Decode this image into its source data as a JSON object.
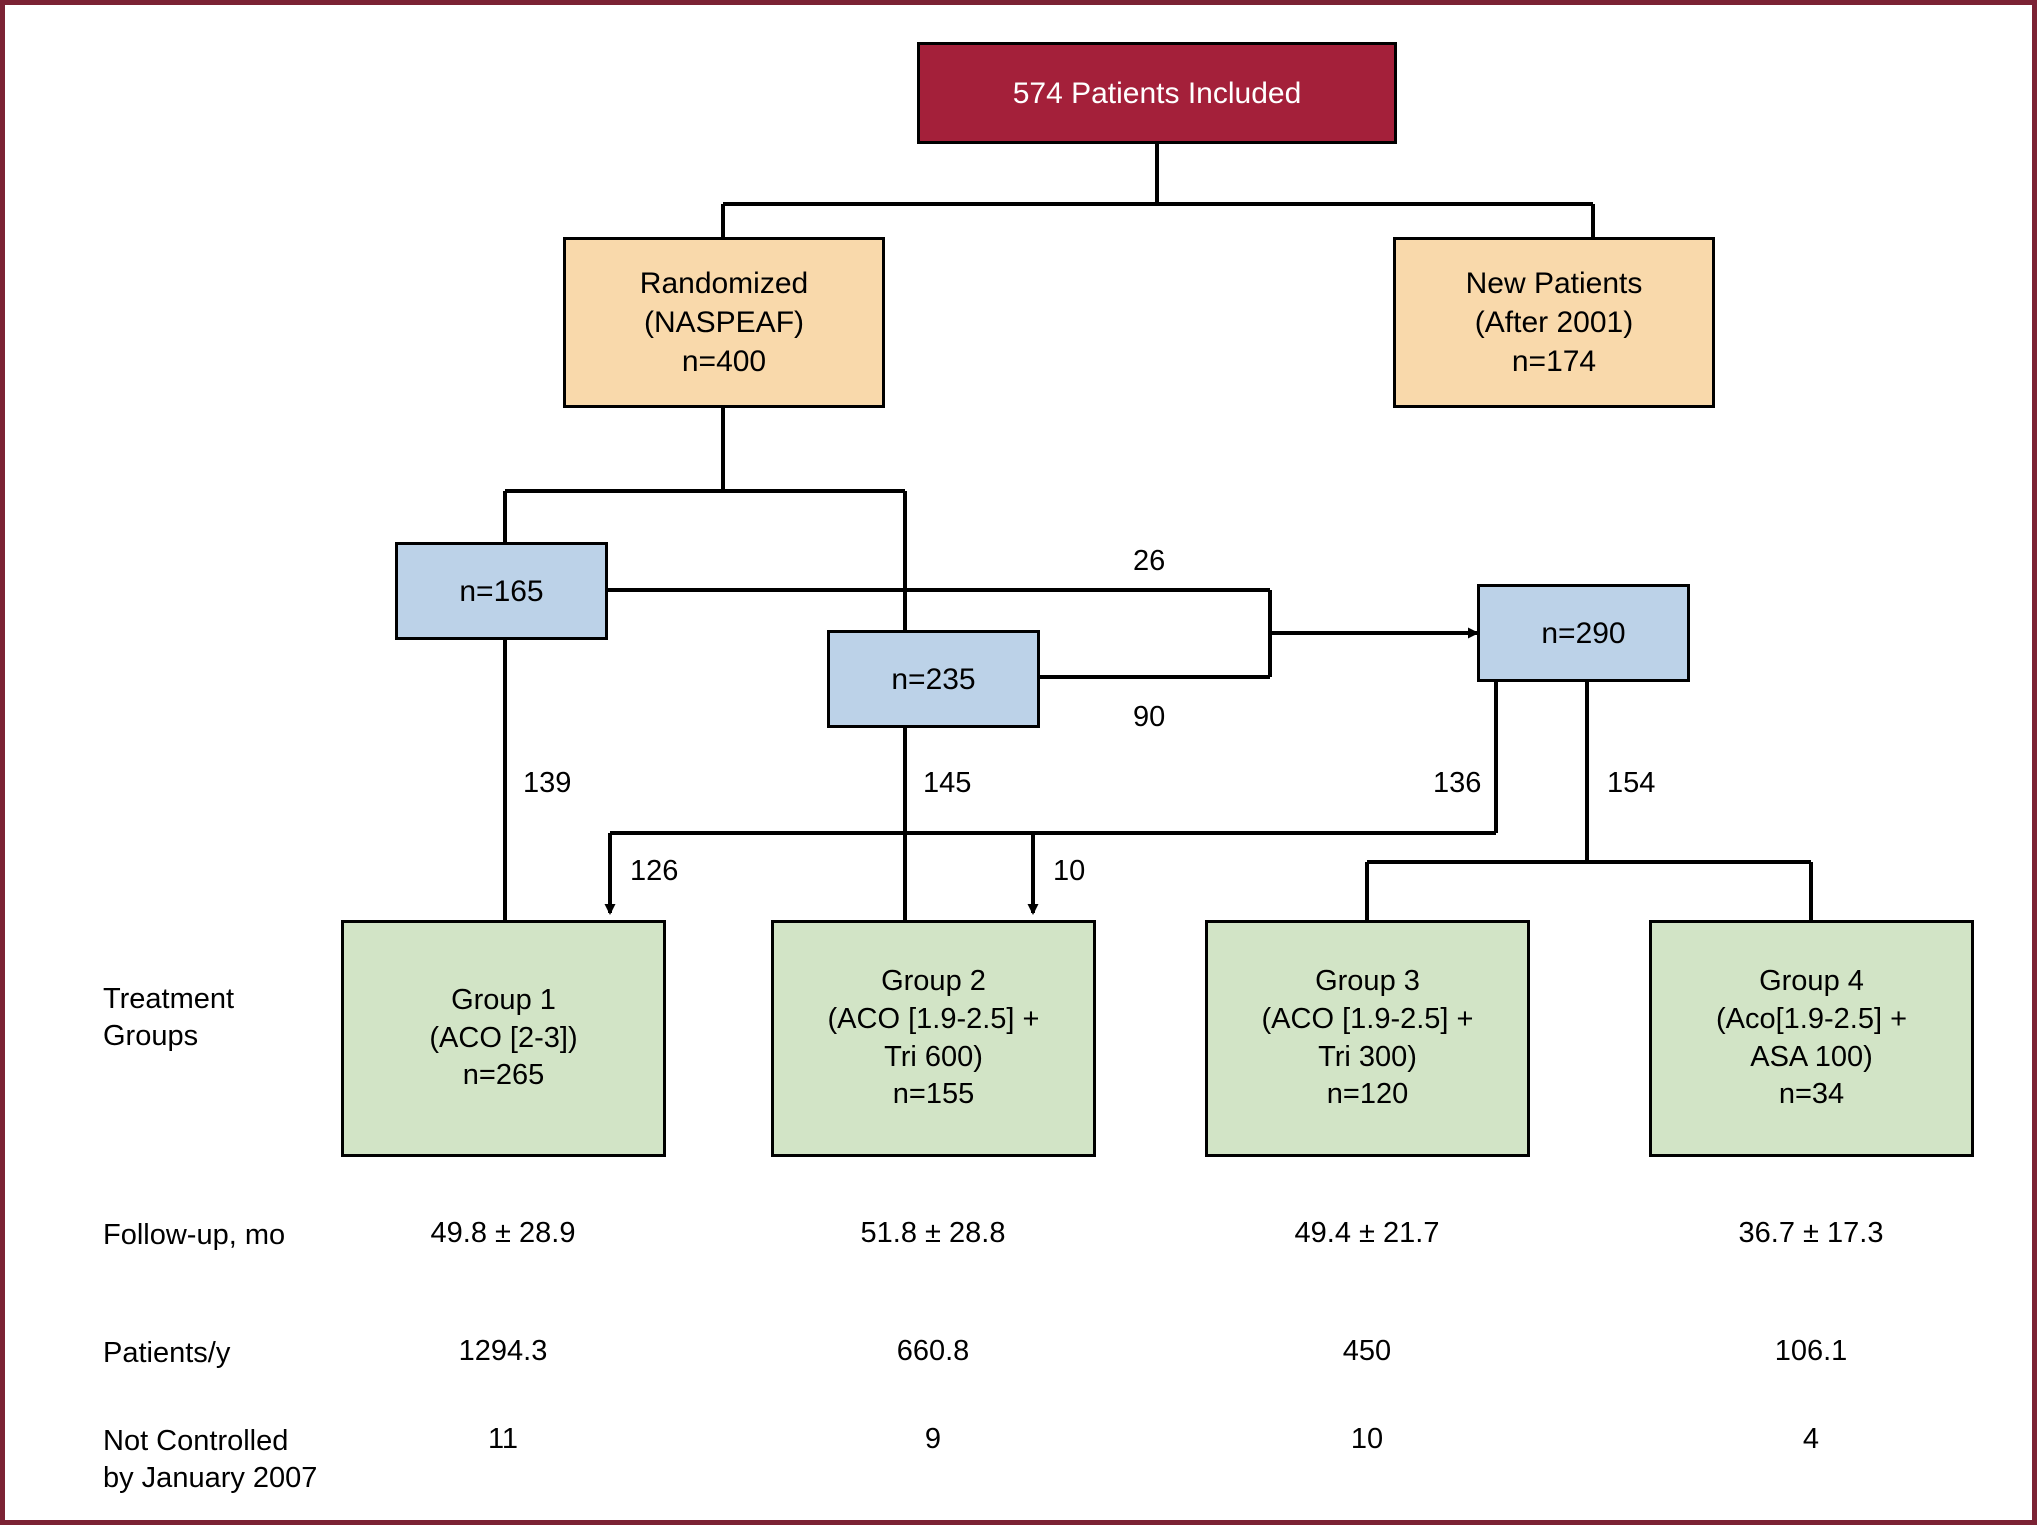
{
  "figure": {
    "frame_color": "#7B2234",
    "background": "#ffffff"
  },
  "colors": {
    "root": "#A4203A",
    "cohort": "#F9D9AB",
    "intermediate": "#BCD2E8",
    "treatment": "#D2E4C6",
    "line": "#000000"
  },
  "nodes": {
    "root": {
      "label": "574 Patients Included"
    },
    "randomized": {
      "line1": "Randomized",
      "line2": "(NASPEAF)",
      "line3": "n=400"
    },
    "new_patients": {
      "line1": "New Patients",
      "line2": "(After 2001)",
      "line3": "n=174"
    },
    "arm_165": {
      "label": "n=165"
    },
    "arm_235": {
      "label": "n=235"
    },
    "arm_290": {
      "label": "n=290"
    }
  },
  "edge_labels": {
    "e26": "26",
    "e90": "90",
    "e139": "139",
    "e145": "145",
    "e126": "126",
    "e10": "10",
    "e136": "136",
    "e154": "154"
  },
  "treatment_groups": {
    "row_label_line1": "Treatment",
    "row_label_line2": "Groups",
    "items": [
      {
        "name": "Group 1",
        "regimen_line1": "(ACO [2-3])",
        "regimen_line2": "",
        "n": "n=265"
      },
      {
        "name": "Group 2",
        "regimen_line1": "(ACO [1.9-2.5] +",
        "regimen_line2": "Tri 600)",
        "n": "n=155"
      },
      {
        "name": "Group 3",
        "regimen_line1": "(ACO [1.9-2.5] +",
        "regimen_line2": "Tri 300)",
        "n": "n=120"
      },
      {
        "name": "Group 4",
        "regimen_line1": "(Aco[1.9-2.5] +",
        "regimen_line2": "ASA 100)",
        "n": "n=34"
      }
    ]
  },
  "summary_rows": [
    {
      "label_line1": "Follow-up, mo",
      "label_line2": "",
      "values": [
        "49.8 ± 28.9",
        "51.8 ± 28.8",
        "49.4 ± 21.7",
        "36.7 ± 17.3"
      ]
    },
    {
      "label_line1": "Patients/y",
      "label_line2": "",
      "values": [
        "1294.3",
        "660.8",
        "450",
        "106.1"
      ]
    },
    {
      "label_line1": "Not Controlled",
      "label_line2": "by January 2007",
      "values": [
        "11",
        "9",
        "10",
        "4"
      ]
    }
  ]
}
